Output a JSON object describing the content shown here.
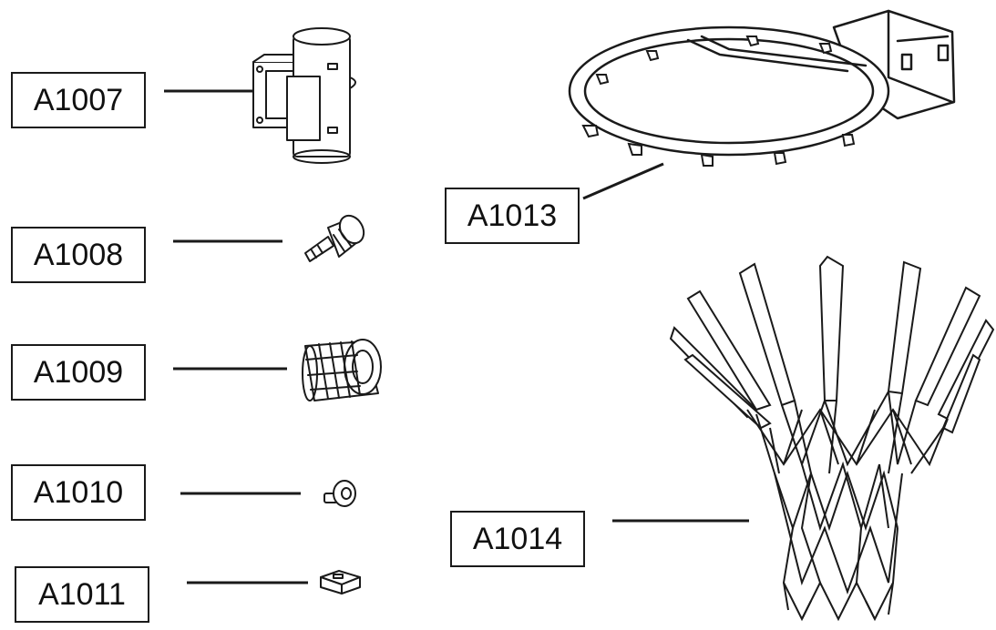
{
  "parts": [
    {
      "id": "A1007",
      "icon": "pole-clamp-icon"
    },
    {
      "id": "A1008",
      "icon": "knob-bolt-icon"
    },
    {
      "id": "A1009",
      "icon": "spring-cylinder-icon"
    },
    {
      "id": "A1010",
      "icon": "small-knob-icon"
    },
    {
      "id": "A1011",
      "icon": "clip-block-icon"
    },
    {
      "id": "A1013",
      "icon": "basketball-rim-icon"
    },
    {
      "id": "A1014",
      "icon": "basketball-net-icon"
    }
  ]
}
